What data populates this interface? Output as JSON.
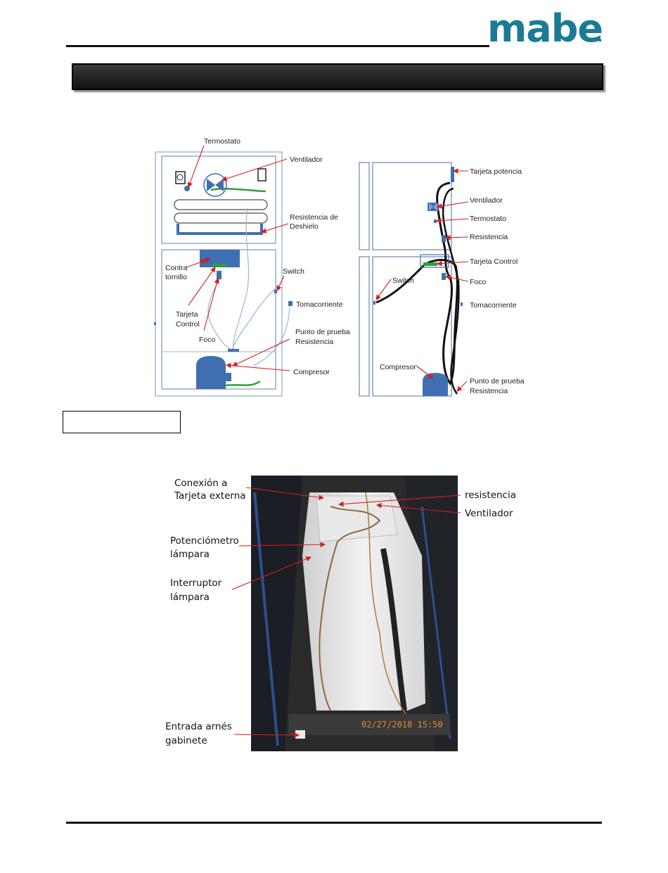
{
  "header": {
    "logo_text": "mabe",
    "brand_color": "#1b7b94",
    "logo_icon": "mabe-logo-icon"
  },
  "title_bar": {
    "text": ""
  },
  "caption_box": {
    "text": ""
  },
  "diagram_left": {
    "labels": {
      "termostato": "Termostato",
      "ventilador": "Ventilador",
      "resistencia_l1": "Resistencia de",
      "resistencia_l2": "Deshielo",
      "contra_l1": "Contra",
      "contra_l2": "tornillo",
      "switch": "Switch",
      "tomacorriente": "Tomacorriente",
      "tarjeta_l1": "Tarjeta",
      "tarjeta_l2": "Control",
      "foco": "Foco",
      "punto_l1": "Punto de prueba",
      "punto_l2": "Resistencia",
      "compresor": "Compresor"
    }
  },
  "diagram_right": {
    "labels": {
      "tarjeta_potencia": "Tarjeta potencia",
      "ventilador": "Ventilador",
      "termostato": "Termostato",
      "resistencia": "Resistencia",
      "tarjeta_control": "Tarjeta Control",
      "foco": "Foco",
      "switch": "Switch",
      "tomacorriente": "Tomacorriente",
      "compresor": "Compresor",
      "punto_l1": "Punto de prueba",
      "punto_l2": "Resistencia"
    }
  },
  "photo": {
    "timestamp": "02/27/2018 15:50",
    "labels": {
      "conexion_l1": "Conexión a",
      "conexion_l2": "Tarjeta externa",
      "resistencia": "resistencia",
      "ventilador": "Ventilador",
      "potenciometro_l1": "Potenciómetro",
      "potenciometro_l2": "lámpara",
      "interruptor_l1": "Interruptor",
      "interruptor_l2": "lámpara",
      "entrada_l1": "Entrada arnés",
      "entrada_l2": "gabinete"
    }
  },
  "colors": {
    "annotation_red": "#d42020",
    "component_blue": "#3f6fb0",
    "wire_green": "#2e9e3a"
  }
}
